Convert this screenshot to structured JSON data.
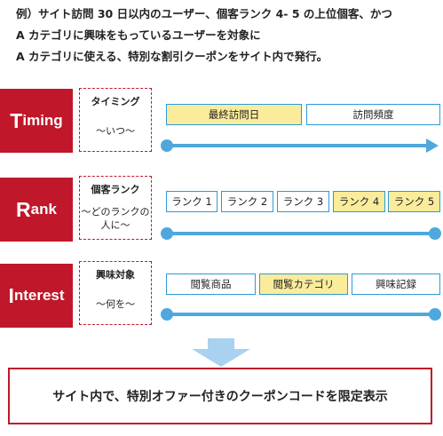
{
  "intro": [
    "例）サイト訪問 30 日以内のユーザー、個客ランク 4- 5 の上位個客、かつ",
    "A カテゴリに興味をもっているユーザーを対象に",
    "A カテゴリに使える、特別な割引クーポンをサイト内で発行。"
  ],
  "rows": [
    {
      "label_first": "T",
      "label_rest": "iming",
      "dim": "タイミング",
      "sub": [
        "～いつ～"
      ],
      "options": [
        "最終訪問日",
        "訪問頻度"
      ],
      "selected": [
        0
      ]
    },
    {
      "label_first": "R",
      "label_rest": "ank",
      "dim": "個客ランク",
      "sub": [
        "～どのランクの",
        "人に～"
      ],
      "options": [
        "ランク 1",
        "ランク 2",
        "ランク 3",
        "ランク 4",
        "ランク 5"
      ],
      "selected": [
        3,
        4
      ]
    },
    {
      "label_first": "I",
      "label_rest": "nterest",
      "dim": "興味対象",
      "sub": [
        "～何を～"
      ],
      "options": [
        "閲覧商品",
        "閲覧カテゴリ",
        "興味記録"
      ],
      "selected": [
        1
      ]
    }
  ],
  "result": "サイト内で、特別オファー付きのクーポンコードを限定表示",
  "colors": {
    "red": "#c0172a",
    "blue": "#4ea8dd",
    "highlight": "#fbec9c"
  }
}
